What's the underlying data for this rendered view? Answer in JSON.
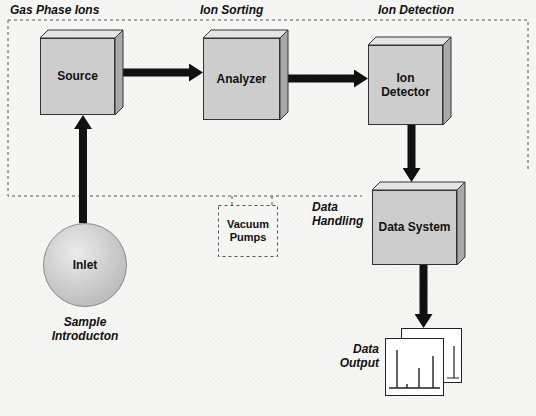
{
  "diagram": {
    "nodes": [
      {
        "text": [
          "Gas Phase Ions",
          "Source"
        ]
      },
      {
        "text": [
          "Ion Sorting",
          "Analyzer"
        ]
      },
      {
        "text": [
          "Ion Detection",
          "Ion Detector"
        ]
      },
      {
        "text": [
          "Inlet",
          "Sample Introducton"
        ]
      },
      {
        "text": [
          "Vacuum Pumps"
        ]
      },
      {
        "text": [
          "Data Handling",
          "Data System"
        ]
      },
      {
        "text": [
          "Data Output"
        ]
      }
    ],
    "edges": [
      {
        "from": 3,
        "to": 0,
        "arrow": "to"
      },
      {
        "from": 0,
        "to": 1,
        "arrow": "to"
      },
      {
        "from": 1,
        "to": 2,
        "arrow": "to"
      },
      {
        "from": 2,
        "to": 5,
        "arrow": "to"
      },
      {
        "from": 5,
        "to": 6,
        "arrow": "to"
      }
    ]
  }
}
